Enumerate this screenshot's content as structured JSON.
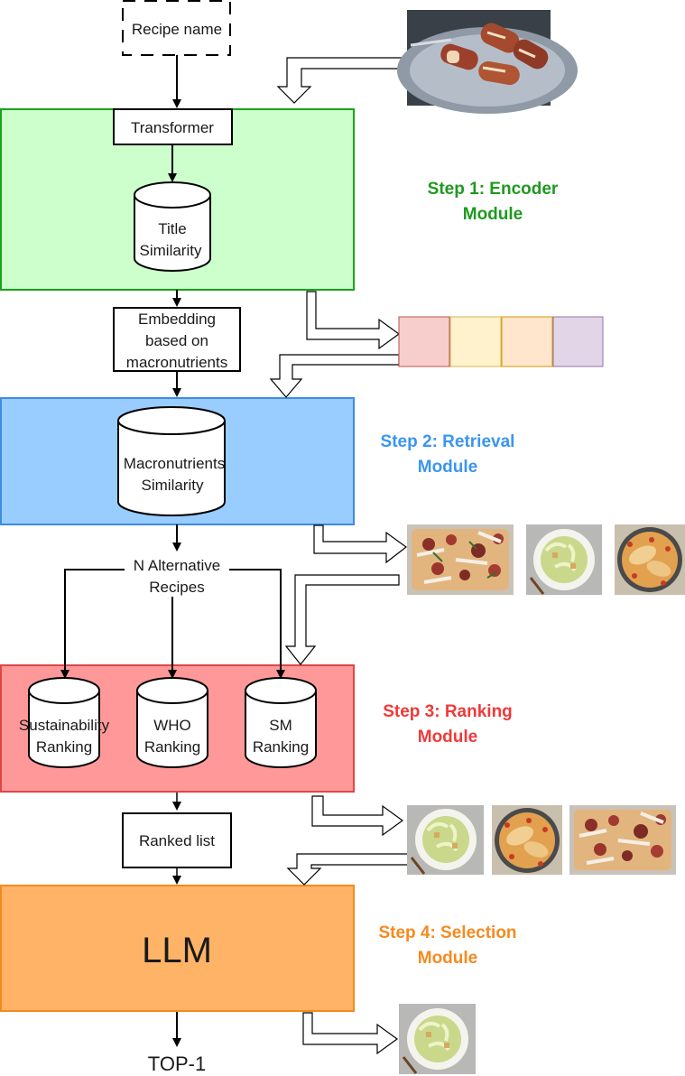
{
  "diagram": {
    "recipe_name": "Recipe name",
    "transformer": "Transformer",
    "title_similarity": [
      "Title",
      "Similarity"
    ],
    "embedding": [
      "Embedding",
      "based on",
      "macronutrients"
    ],
    "macro_similarity": [
      "Macronutrients",
      "Similarity"
    ],
    "n_alternative": [
      "N Alternative",
      "Recipes"
    ],
    "sustainability_ranking": [
      "Sustainability",
      "Ranking"
    ],
    "who_ranking": [
      "WHO",
      "Ranking"
    ],
    "sm_ranking": [
      "SM",
      "Ranking"
    ],
    "ranked_list": "Ranked list",
    "llm": "LLM",
    "top1": "TOP-1"
  },
  "steps": [
    {
      "lines": [
        "Step 1: Encoder",
        "Module"
      ],
      "color": "#1e9a1e"
    },
    {
      "lines": [
        "Step 2: Retrieval",
        "Module"
      ],
      "color": "#3b95f0"
    },
    {
      "lines": [
        "Step 3: Ranking",
        "Module"
      ],
      "color": "#ee3a3a"
    },
    {
      "lines": [
        "Step 4: Selection",
        "Module"
      ],
      "color": "#f58a1f"
    }
  ],
  "colors": {
    "encoder_fill": "#ccffcc",
    "encoder_stroke": "#1aa31a",
    "retrieval_fill": "#99ccff",
    "retrieval_stroke": "#3b8de0",
    "ranking_fill": "#ff9999",
    "ranking_stroke": "#e04646",
    "selection_fill": "#ffb366",
    "selection_stroke": "#f5891f",
    "vector_cells": [
      "#f8cecc",
      "#fff2cc",
      "#ffe6cc",
      "#e1d5e7"
    ],
    "vector_strokes": [
      "#b85450",
      "#d6b656",
      "#d79b00",
      "#9673a6"
    ]
  },
  "images": {
    "input": "bacon-wrapped-chicken-photo",
    "retrieved": [
      "flatbread-pizza-photo",
      "caesar-salad-photo",
      "chicken-tomato-photo"
    ],
    "ranked": [
      "caesar-salad-photo",
      "chicken-tomato-photo",
      "flatbread-pizza-photo"
    ],
    "output": "caesar-salad-photo"
  }
}
